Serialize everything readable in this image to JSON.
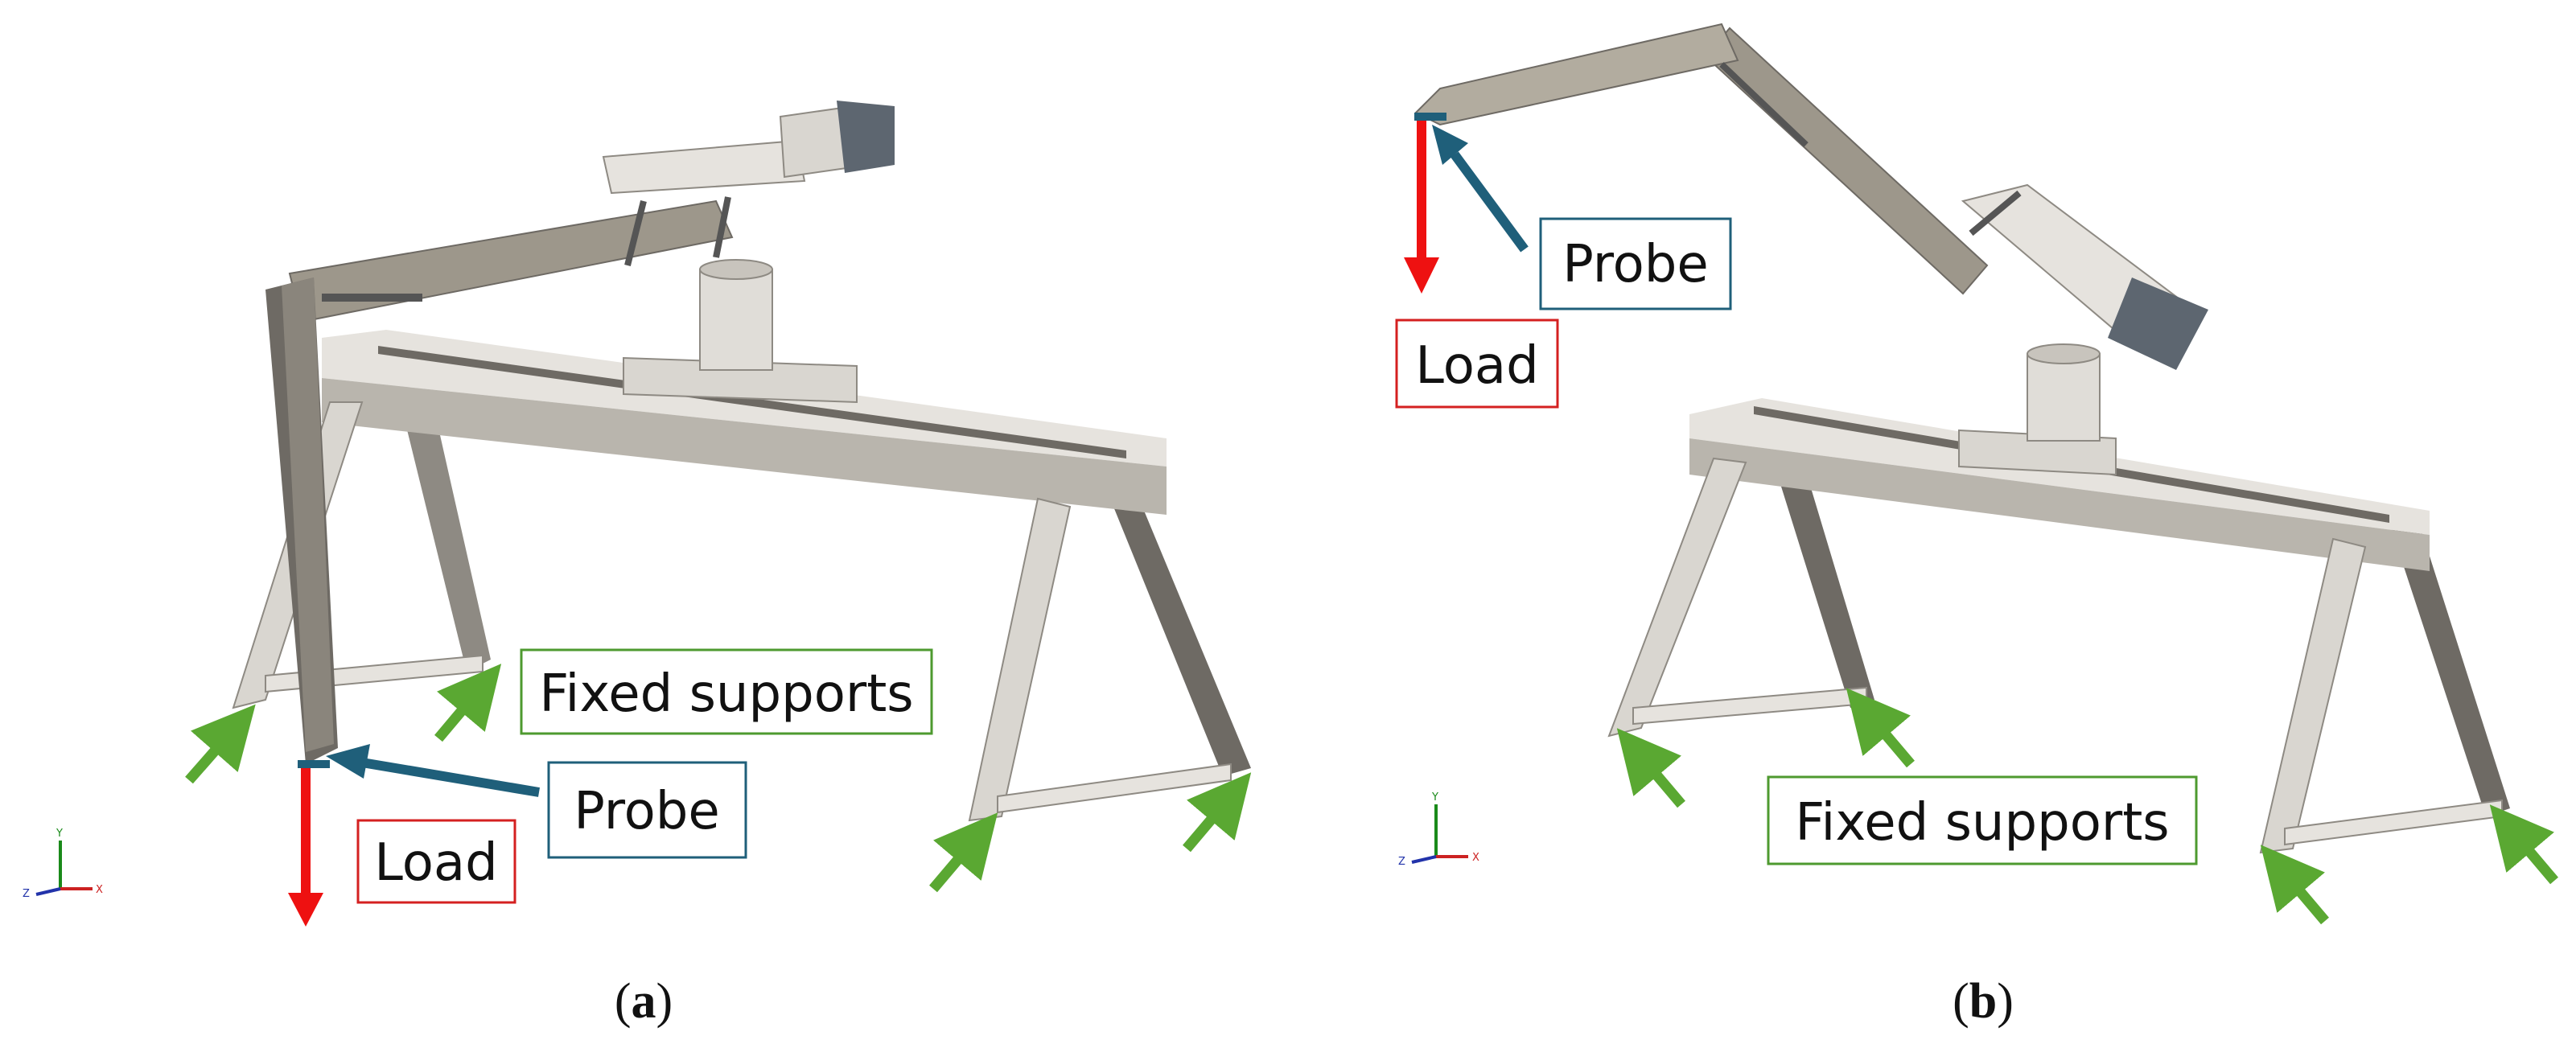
{
  "panels": [
    {
      "label_open": "(",
      "label_letter": "a",
      "label_close": ")",
      "labels": {
        "fixed_supports": "Fixed supports",
        "probe": "Probe",
        "load": "Load"
      },
      "axes": {
        "x": "X",
        "y": "Y",
        "z": "Z"
      }
    },
    {
      "label_open": "(",
      "label_letter": "b",
      "label_close": ")",
      "labels": {
        "fixed_supports": "Fixed supports",
        "probe": "Probe",
        "load": "Load"
      },
      "axes": {
        "x": "X",
        "y": "Y",
        "z": "Z"
      }
    }
  ],
  "colors": {
    "support_arrow": "#5aa832",
    "support_box": "#4e9a2f",
    "probe_arrow": "#1f5f7a",
    "probe_box": "#1f5f7a",
    "load_arrow": "#ee1111",
    "load_box": "#d42020",
    "structure_light": "#d9d6d0",
    "structure_mid": "#b9b5ad",
    "structure_dark": "#6e6a64",
    "arm": "#9d978b"
  }
}
